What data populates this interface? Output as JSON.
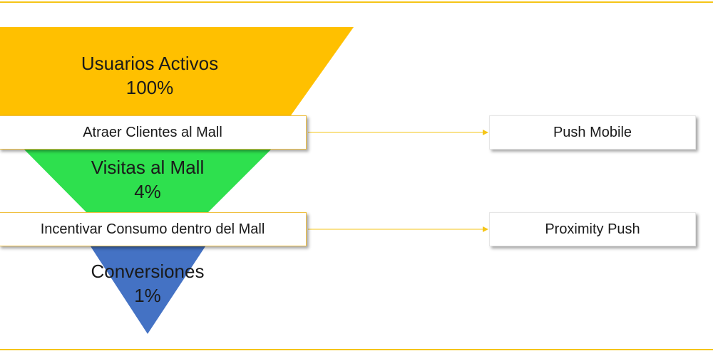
{
  "colors": {
    "frame": "#f5c518",
    "stage_1": "#ffc000",
    "stage_2": "#2ee04e",
    "stage_3": "#4472c4",
    "arrow": "#f5c518"
  },
  "stages": [
    {
      "name": "Usuarios Activos",
      "value": "100%"
    },
    {
      "name": "Visitas al Mall",
      "value": "4%"
    },
    {
      "name": "Conversiones",
      "value": "1%"
    }
  ],
  "transitions": [
    {
      "label": "Atraer Clientes al Mall",
      "action": "Push Mobile"
    },
    {
      "label": "Incentivar Consumo dentro del Mall",
      "action": "Proximity Push"
    }
  ]
}
